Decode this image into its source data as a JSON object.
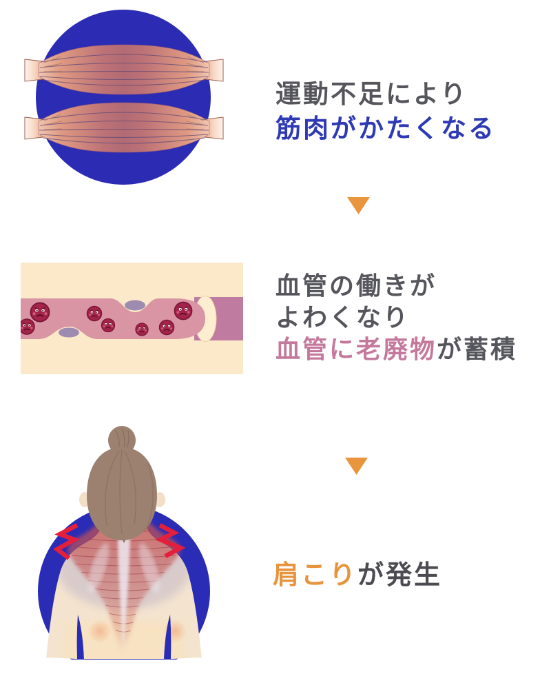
{
  "page": {
    "background": "#ffffff",
    "description_label": "shoulder-stiffness-cause-flow-infographic"
  },
  "step1": {
    "illustration": "stiff-muscles-in-blue-circle",
    "line1": {
      "text": "運動不足により"
    },
    "line2": {
      "text": "筋肉がかたくなる"
    }
  },
  "step2": {
    "illustration": "clogged-blood-vessel-with-sad-blood-cells",
    "line1": {
      "text": "血管の働きが"
    },
    "line2": {
      "text": "よわくなり"
    },
    "line3a": {
      "text": "血管に老廃物"
    },
    "line3b": {
      "text": "が蓄積"
    }
  },
  "step3": {
    "illustration": "woman-back-view-shoulder-pain",
    "part1": {
      "text": "肩こり"
    },
    "part2": {
      "text": "が発生"
    }
  },
  "arrows": {
    "between_step1_step2": "down-triangle",
    "between_step2_step3": "down-triangle"
  },
  "colors": {
    "arrow_orange": "#e8953e",
    "text_gray": "#55555c",
    "text_dark_gray": "#4b4b51",
    "text_blue": "#2e39b5",
    "text_pink": "#c4799c",
    "text_orange": "#e8943d",
    "circle_blue": "#2b2bb3",
    "person_circle_blue": "#2b2cb5",
    "vessel_background_cream": "#fce9c9",
    "vessel_outer_mauve": "#c07ba0",
    "vessel_lumen_pink": "#d995a4",
    "vessel_wall_cream": "#fdeed2",
    "blood_cell_red": "#a32349",
    "plaque_purple": "#9d8cb0",
    "muscle_belly_red": "#b26a74",
    "tendon_pale": "#fdf4ee",
    "hair_brown": "#9c8170",
    "skin_cream": "#f4e4cf",
    "pain_zigzag_red": "#e41f3c"
  }
}
